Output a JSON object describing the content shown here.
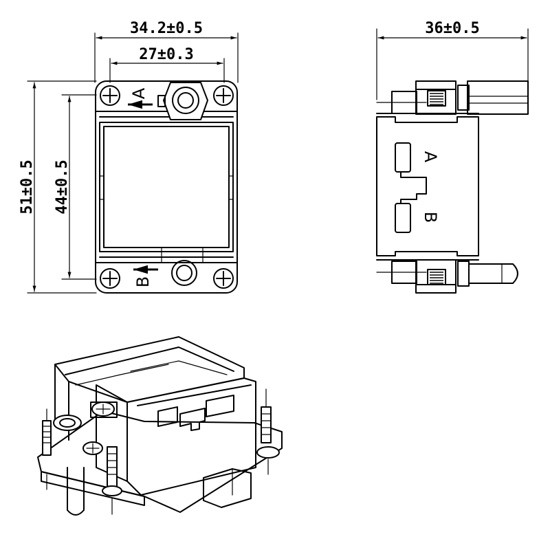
{
  "front_view": {
    "dim_overall_width": "34.2±0.5",
    "dim_hole_spacing": "27±0.3",
    "dim_overall_height": "51±0.5",
    "dim_hole_height": "44±0.5",
    "marker_top": "A",
    "marker_bottom": "B"
  },
  "side_view": {
    "dim_depth": "36±0.5",
    "marker_a": "A",
    "marker_b": "B"
  },
  "iso_view": {}
}
